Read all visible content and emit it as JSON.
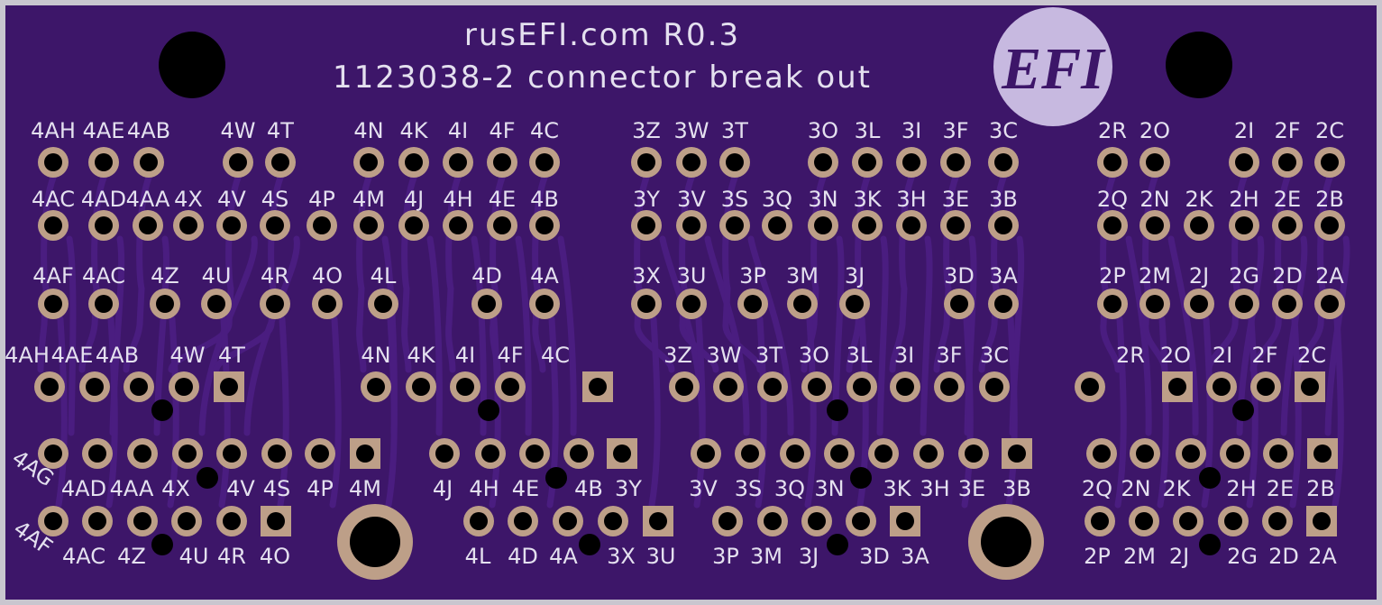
{
  "board": {
    "title_line1": "rusEFI.com R0.3",
    "title_line2": "1123038-2 connector break out",
    "logo_text": "EFI",
    "colors": {
      "pcb": "#3d1669",
      "pcb_edge": "#c9c6cf",
      "trace": "#4a1d80",
      "pad": "#bd9f88",
      "drill": "#000000",
      "silk": "#e4e0ef",
      "logo_bg": "#c7b9e0",
      "logo_text": "#3d1669"
    }
  },
  "top_labels": {
    "row1": [
      "4AH",
      "4AE",
      "4AB",
      "4W",
      "4T",
      "4N",
      "4K",
      "4I",
      "4F",
      "4C",
      "3Z",
      "3W",
      "3T",
      "3O",
      "3L",
      "3I",
      "3F",
      "3C",
      "2R",
      "2O",
      "2I",
      "2F",
      "2C"
    ],
    "row2": [
      "4AC",
      "4AD",
      "4AA",
      "4X",
      "4V",
      "4S",
      "4P",
      "4M",
      "4J",
      "4H",
      "4E",
      "4B",
      "3Y",
      "3V",
      "3S",
      "3Q",
      "3N",
      "3K",
      "3H",
      "3E",
      "3B",
      "2Q",
      "2N",
      "2K",
      "2H",
      "2E",
      "2B"
    ],
    "row3": [
      "4AF",
      "4AC",
      "4Z",
      "4U",
      "4R",
      "4O",
      "4L",
      "4D",
      "4A",
      "3X",
      "3U",
      "3P",
      "3M",
      "3J",
      "3D",
      "3A",
      "2P",
      "2M",
      "2J",
      "2G",
      "2D",
      "2A"
    ]
  },
  "connector_labels": {
    "row_a": [
      "4AH",
      "4AE",
      "4AB",
      "4W",
      "4T",
      "4N",
      "4K",
      "4I",
      "4F",
      "4C",
      "3Z",
      "3W",
      "3T",
      "3O",
      "3L",
      "3I",
      "3F",
      "3C",
      "2R",
      "2O",
      "2I",
      "2F",
      "2C"
    ],
    "row_b": [
      "4AD",
      "4AA",
      "4X",
      "4V",
      "4S",
      "4P",
      "4M",
      "4J",
      "4H",
      "4E",
      "4B",
      "3Y",
      "3V",
      "3S",
      "3Q",
      "3N",
      "3K",
      "3H",
      "3E",
      "3B",
      "2Q",
      "2N",
      "2K",
      "2H",
      "2E",
      "2B"
    ],
    "row_c": [
      "4AC",
      "4Z",
      "4U",
      "4R",
      "4O",
      "4L",
      "4D",
      "4A",
      "3X",
      "3U",
      "3P",
      "3M",
      "3J",
      "3D",
      "3A",
      "2P",
      "2M",
      "2J",
      "2G",
      "2D",
      "2A"
    ],
    "side_b": "4AG",
    "side_c": "4AF"
  }
}
